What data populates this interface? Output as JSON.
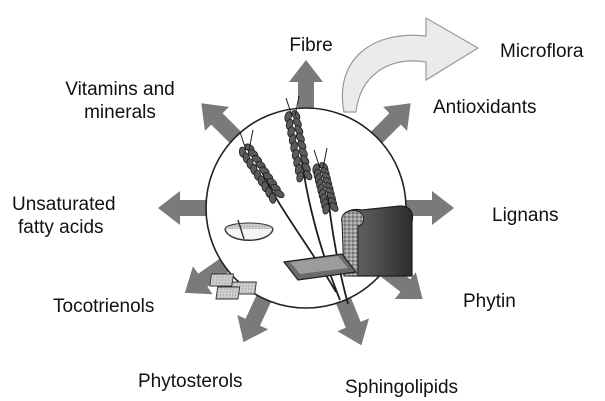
{
  "diagram": {
    "labels": {
      "fibre": "Fibre",
      "microflora": "Microflora",
      "antioxidants": "Antioxidants",
      "vitamins_line1": "Vitamins and",
      "vitamins_line2": "minerals",
      "unsaturated_line1": "Unsaturated",
      "unsaturated_line2": "fatty acids",
      "lignans": "Lignans",
      "tocotrienols": "Tocotrienols",
      "phytin": "Phytin",
      "phytosterols": "Phytosterols",
      "sphingolipids": "Sphingolipids"
    },
    "colors": {
      "arrow": "#7a7a7a",
      "curved_arrow": "#ebebeb",
      "outline": "#222222",
      "background": "#ffffff"
    },
    "icons": [
      "wheat-ears-icon",
      "cereal-bowl-icon",
      "bread-loaf-icon",
      "bread-slice-icon",
      "crispbread-pieces-icon"
    ]
  }
}
